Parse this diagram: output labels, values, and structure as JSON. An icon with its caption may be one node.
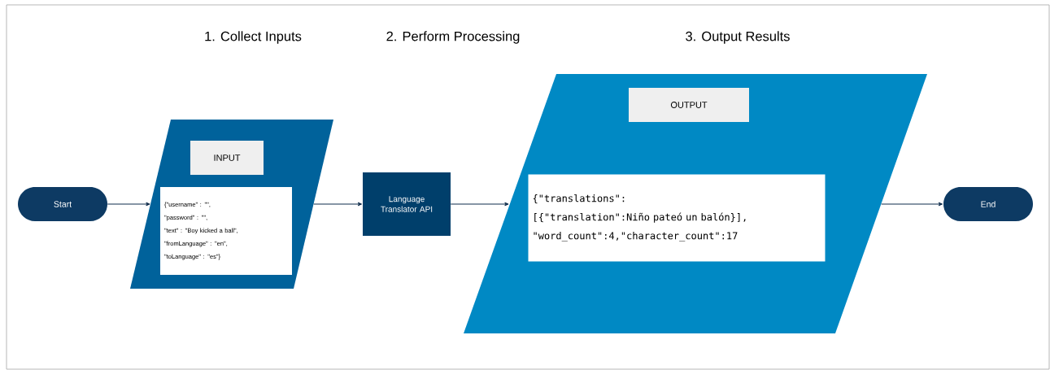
{
  "diagram": {
    "nodes": [
      {
        "text": [
          "Start"
        ]
      },
      {
        "text": [],
        "shape": "parallelogram"
      },
      {
        "text": [
          "INPUT"
        ],
        "in": 1
      },
      {
        "text": [
          "{\"username\" : \"\",",
          "\"password\" : \"\",",
          "\"text\" : \"Boy kicked a ball\",",
          "\"fromLanguage\" : \"en\",",
          "\"toLanguage\" : \"es\"}"
        ],
        "in": 1
      },
      {
        "text": [
          "Language Translator API"
        ]
      },
      {
        "text": [],
        "shape": "parallelogram"
      },
      {
        "text": [
          "OUTPUT"
        ],
        "in": 5
      },
      {
        "text": [
          "{\"translations\":",
          "[{\"translation\":Niño pateó un balón}],",
          "\"word_count\":4,\"character_count\":17"
        ],
        "in": 5
      },
      {
        "text": [
          "End"
        ]
      }
    ],
    "edges": [
      {
        "from": 0,
        "to": 1,
        "arrow": "to"
      },
      {
        "from": 1,
        "to": 4,
        "arrow": "to"
      },
      {
        "from": 4,
        "to": 5,
        "arrow": "to"
      },
      {
        "from": 5,
        "to": 8,
        "arrow": "to"
      }
    ],
    "labels": [
      "1. Collect Inputs",
      "2. Perform Processing",
      "3. Output Results"
    ]
  }
}
